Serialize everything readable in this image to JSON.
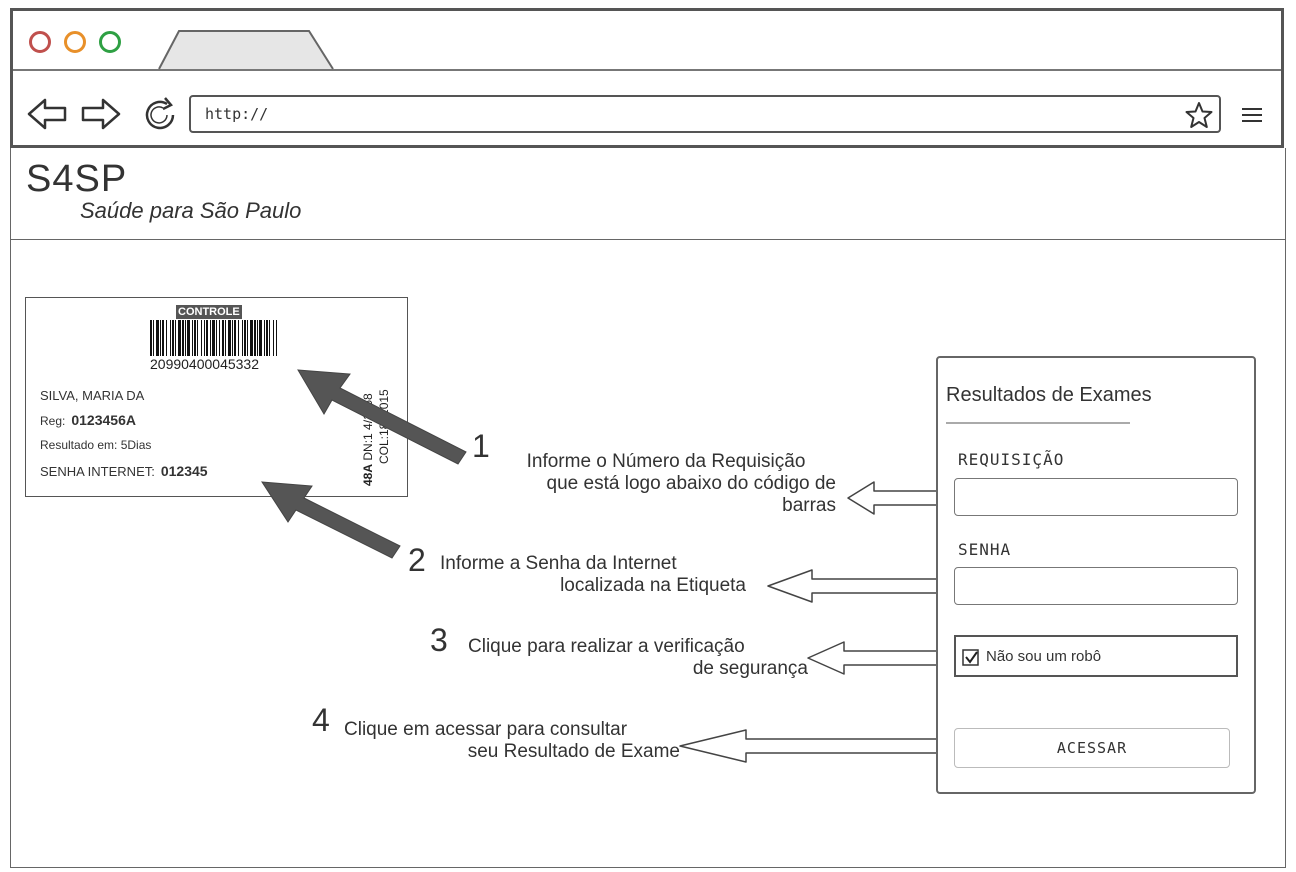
{
  "browser": {
    "url": "http://"
  },
  "brand": {
    "title": "S4SP",
    "subtitle": "Saúde para São Paulo"
  },
  "label_card": {
    "controle_tag": "CONTROLE",
    "barcode_number": "20990400045332",
    "patient_name": "SILVA, MARIA DA",
    "reg_label": "Reg:",
    "reg_value": "0123456A",
    "result_line": "Resultado em: 5Dias",
    "senha_label": "SENHA INTERNET:",
    "senha_value": "012345",
    "vertical_code": "48A",
    "vertical_line1": "DN:1  4/1968",
    "vertical_line2": "COL:18/    2015"
  },
  "steps": [
    {
      "num": "1",
      "text_line1": "Informe o Número da Requisição",
      "text_line2": "que está logo abaixo do código de",
      "text_line3": "barras"
    },
    {
      "num": "2",
      "text_line1": "Informe a Senha da Internet",
      "text_line2": "localizada na Etiqueta"
    },
    {
      "num": "3",
      "text_line1": "Clique para realizar a verificação",
      "text_line2": "de segurança"
    },
    {
      "num": "4",
      "text_line1": "Clique em acessar para consultar",
      "text_line2": "seu Resultado de Exame"
    }
  ],
  "login": {
    "title": "Resultados de Exames",
    "requisicao_label": "REQUISIÇÃO",
    "requisicao_value": "",
    "senha_label": "SENHA",
    "senha_value": "",
    "captcha_label": "Não sou um robô",
    "captcha_checked": true,
    "access_button": "ACESSAR"
  }
}
